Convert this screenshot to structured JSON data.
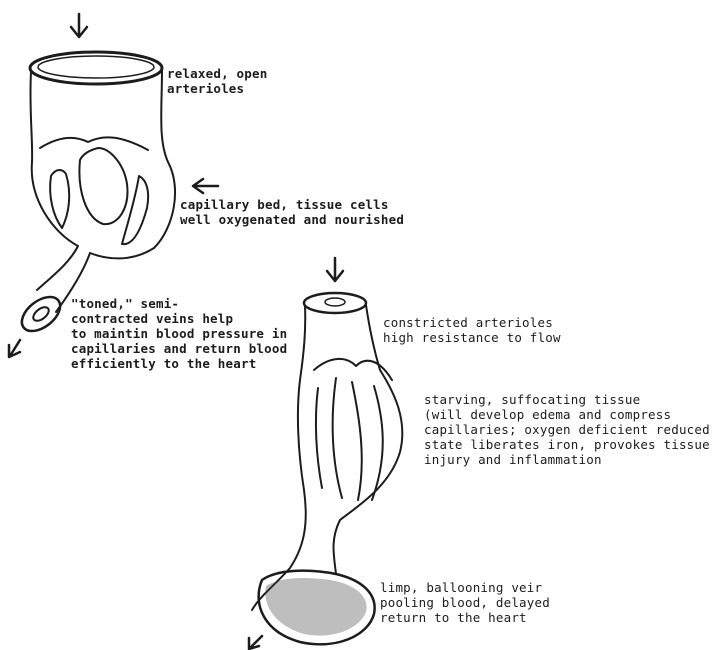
{
  "labels": {
    "relaxed": "relaxed, open\narterioles",
    "capillary": "capillary bed, tissue cells\nwell oxygenated and nourished",
    "toned": "\"toned,\" semi-\ncontracted veins help\nto maintin blood pressure in\ncapillaries and return blood\nefficiently to the heart",
    "constricted": "constricted arterioles\nhigh resistance to flow",
    "starving": "starving, suffocating tissue\n(will develop edema and compress\ncapillaries; oxygen deficient reduced\nstate liberates iron, provokes tissue\ninjury and inflammation",
    "limp": "limp, ballooning veir\npooling blood, delayed\nreturn to the heart"
  },
  "colors": {
    "ink": "#1c1c1c",
    "paper": "#ffffff"
  },
  "icons": [
    "arrow-down-icon",
    "arrow-left-icon",
    "arrow-down-left-icon"
  ]
}
